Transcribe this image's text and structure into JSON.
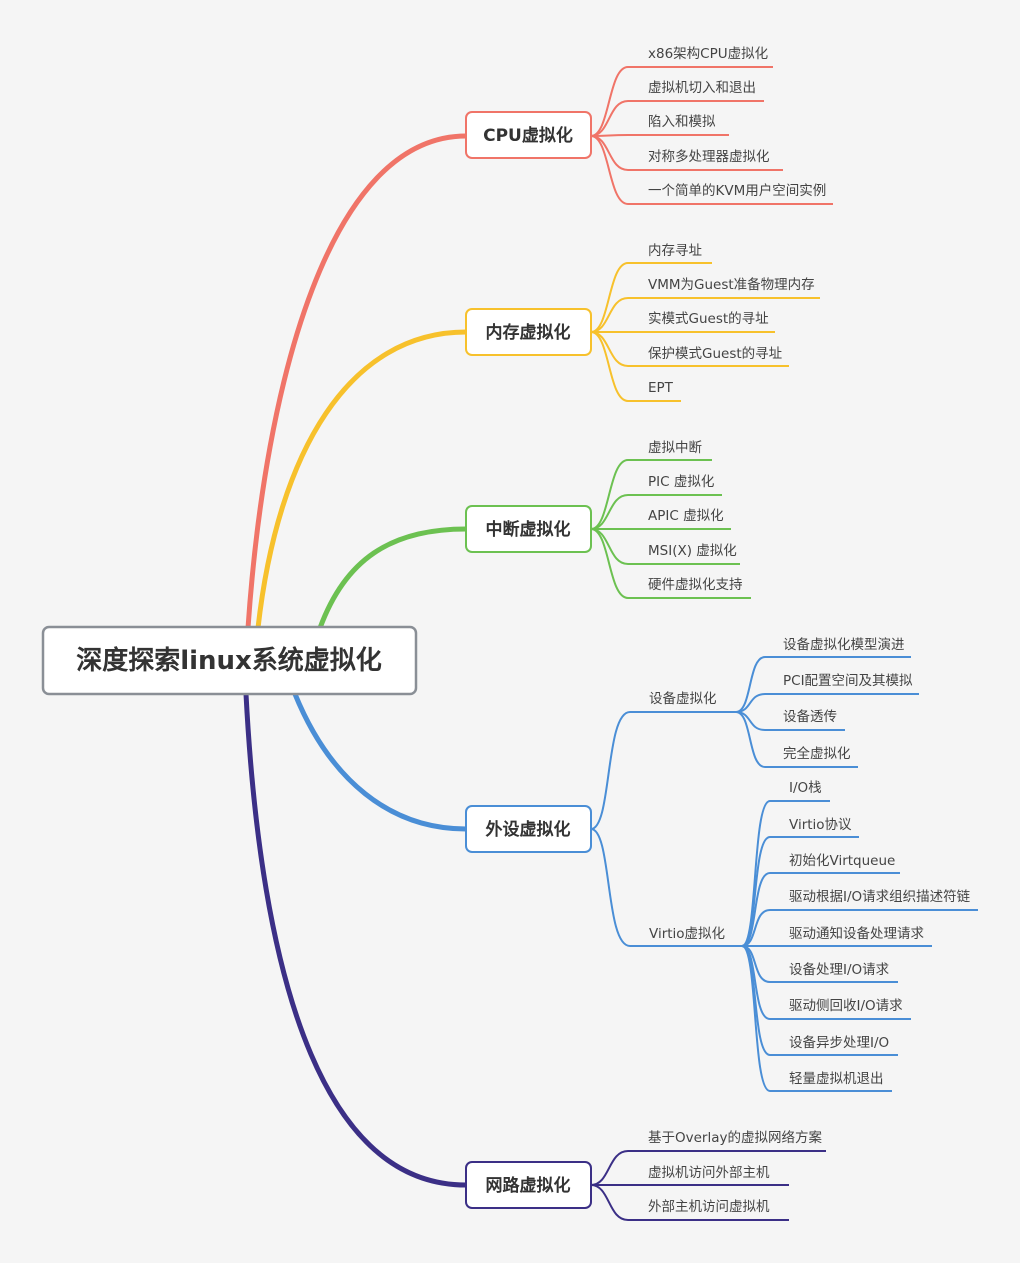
{
  "root": {
    "label": "深度探索linux系统虚拟化"
  },
  "colors": {
    "cpu": "#f07468",
    "memory": "#f7c12c",
    "interrupt": "#6cc151",
    "peripheral": "#4a8ed6",
    "network": "#3b2f86",
    "root_border": "#8a8f96"
  },
  "branches": [
    {
      "label": "CPU虚拟化",
      "color": "#f07468",
      "children": [
        "x86架构CPU虚拟化",
        "虚拟机切入和退出",
        "陷入和模拟",
        "对称多处理器虚拟化",
        "一个简单的KVM用户空间实例"
      ]
    },
    {
      "label": "内存虚拟化",
      "color": "#f7c12c",
      "children": [
        "内存寻址",
        "VMM为Guest准备物理内存",
        "实模式Guest的寻址",
        "保护模式Guest的寻址",
        "EPT"
      ]
    },
    {
      "label": "中断虚拟化",
      "color": "#6cc151",
      "children": [
        "虚拟中断",
        "PIC 虚拟化",
        "APIC 虚拟化",
        "MSI(X) 虚拟化",
        "硬件虚拟化支持"
      ]
    },
    {
      "label": "外设虚拟化",
      "color": "#4a8ed6",
      "subgroups": [
        {
          "label": "设备虚拟化",
          "children": [
            "设备虚拟化模型演进",
            "PCI配置空间及其模拟",
            "设备透传",
            "完全虚拟化"
          ]
        },
        {
          "label": "Virtio虚拟化",
          "children": [
            "I/O栈",
            "Virtio协议",
            "初始化Virtqueue",
            "驱动根据I/O请求组织描述符链",
            "驱动通知设备处理请求",
            "设备处理I/O请求",
            "驱动侧回收I/O请求",
            "设备异步处理I/O",
            "轻量虚拟机退出"
          ]
        }
      ]
    },
    {
      "label": "网路虚拟化",
      "color": "#3b2f86",
      "children": [
        "基于Overlay的虚拟网络方案",
        "虚拟机访问外部主机",
        "外部主机访问虚拟机"
      ]
    }
  ]
}
